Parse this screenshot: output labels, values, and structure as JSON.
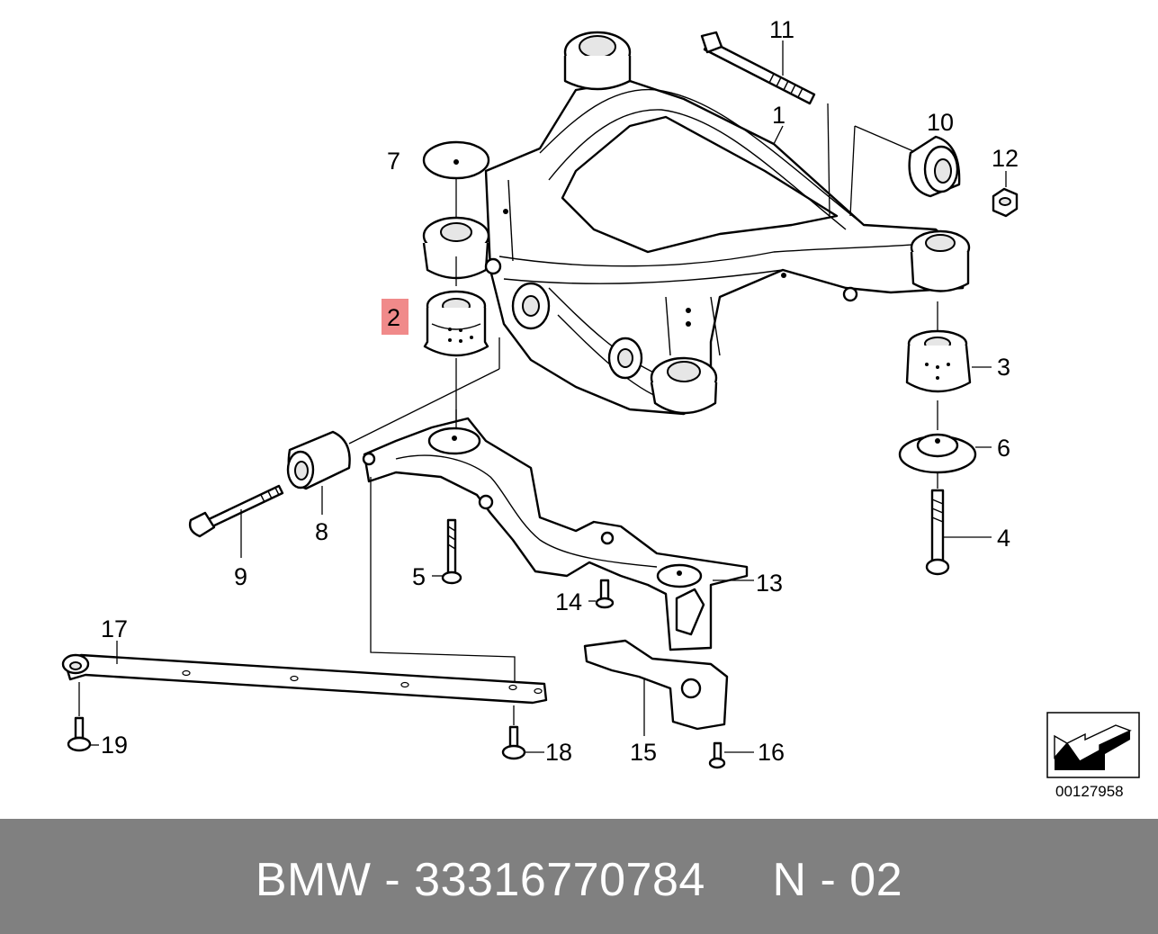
{
  "callouts": {
    "c1": "1",
    "c2": "2",
    "c3": "3",
    "c4": "4",
    "c5": "5",
    "c6": "6",
    "c7": "7",
    "c8": "8",
    "c9": "9",
    "c10": "10",
    "c11": "11",
    "c12": "12",
    "c13": "13",
    "c14": "14",
    "c15": "15",
    "c16": "16",
    "c17": "17",
    "c18": "18",
    "c19": "19"
  },
  "highlighted_callout": "2",
  "highlight_color": "#f08a8a",
  "diagram_id": "00127958",
  "footer": {
    "text": "BMW - 33316770784     N - 02",
    "background": "#808080",
    "color": "#ffffff"
  }
}
